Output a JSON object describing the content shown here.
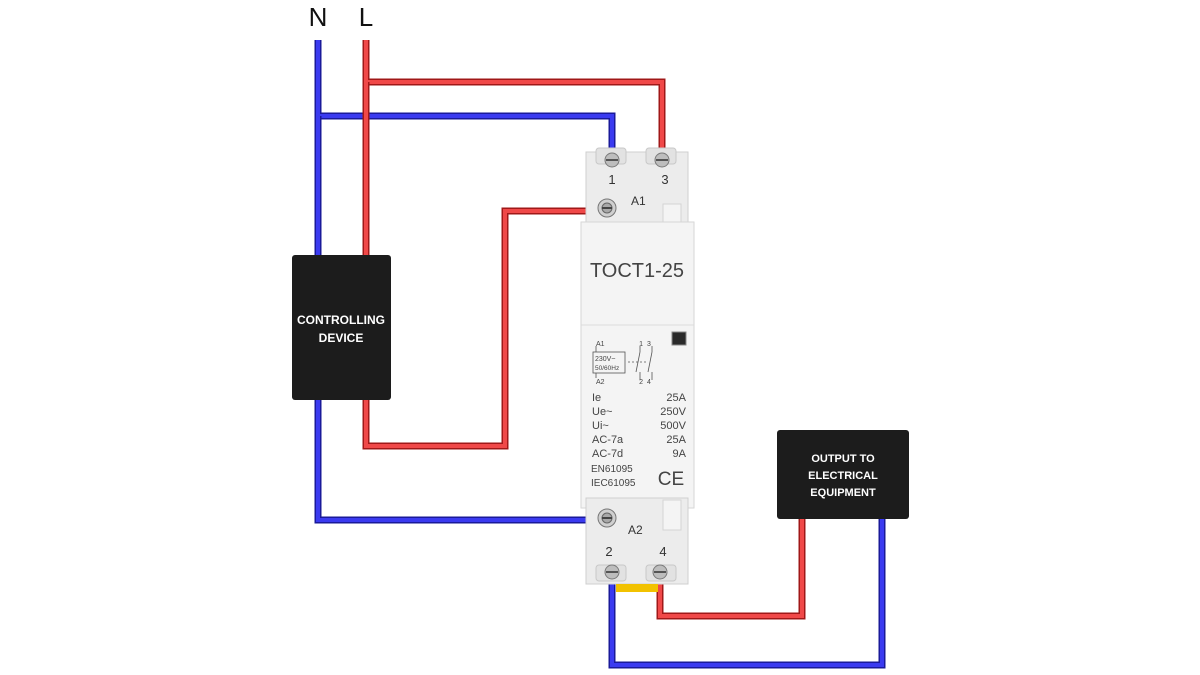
{
  "supply": {
    "neutral_label": "N",
    "live_label": "L"
  },
  "controlling_device": {
    "line1": "CONTROLLING",
    "line2": "DEVICE"
  },
  "output_box": {
    "line1": "OUTPUT TO",
    "line2": "ELECTRICAL",
    "line3": "EQUIPMENT"
  },
  "contactor": {
    "model": "TOCT1-25",
    "terminals": {
      "t1": "1",
      "t3": "3",
      "t2": "2",
      "t4": "4",
      "a1": "A1",
      "a2": "A2"
    },
    "schematic": {
      "a1": "A1",
      "a2": "A2",
      "coil_line1": "230V~",
      "coil_line2": "50/60Hz",
      "top_nums": "1  3",
      "bottom_nums": "2  4"
    },
    "specs": [
      {
        "name": "Ie",
        "value": "25A"
      },
      {
        "name": "Ue~",
        "value": "250V"
      },
      {
        "name": "Ui~",
        "value": "500V"
      },
      {
        "name": "AC-7a",
        "value": "25A"
      },
      {
        "name": "AC-7d",
        "value": "9A"
      }
    ],
    "standards": [
      "EN61095",
      "IEC61095"
    ],
    "mark": "CE"
  },
  "colors": {
    "neutral_wire": "#3333e6",
    "live_wire": "#ee3333",
    "box": "#1c1c1c"
  }
}
